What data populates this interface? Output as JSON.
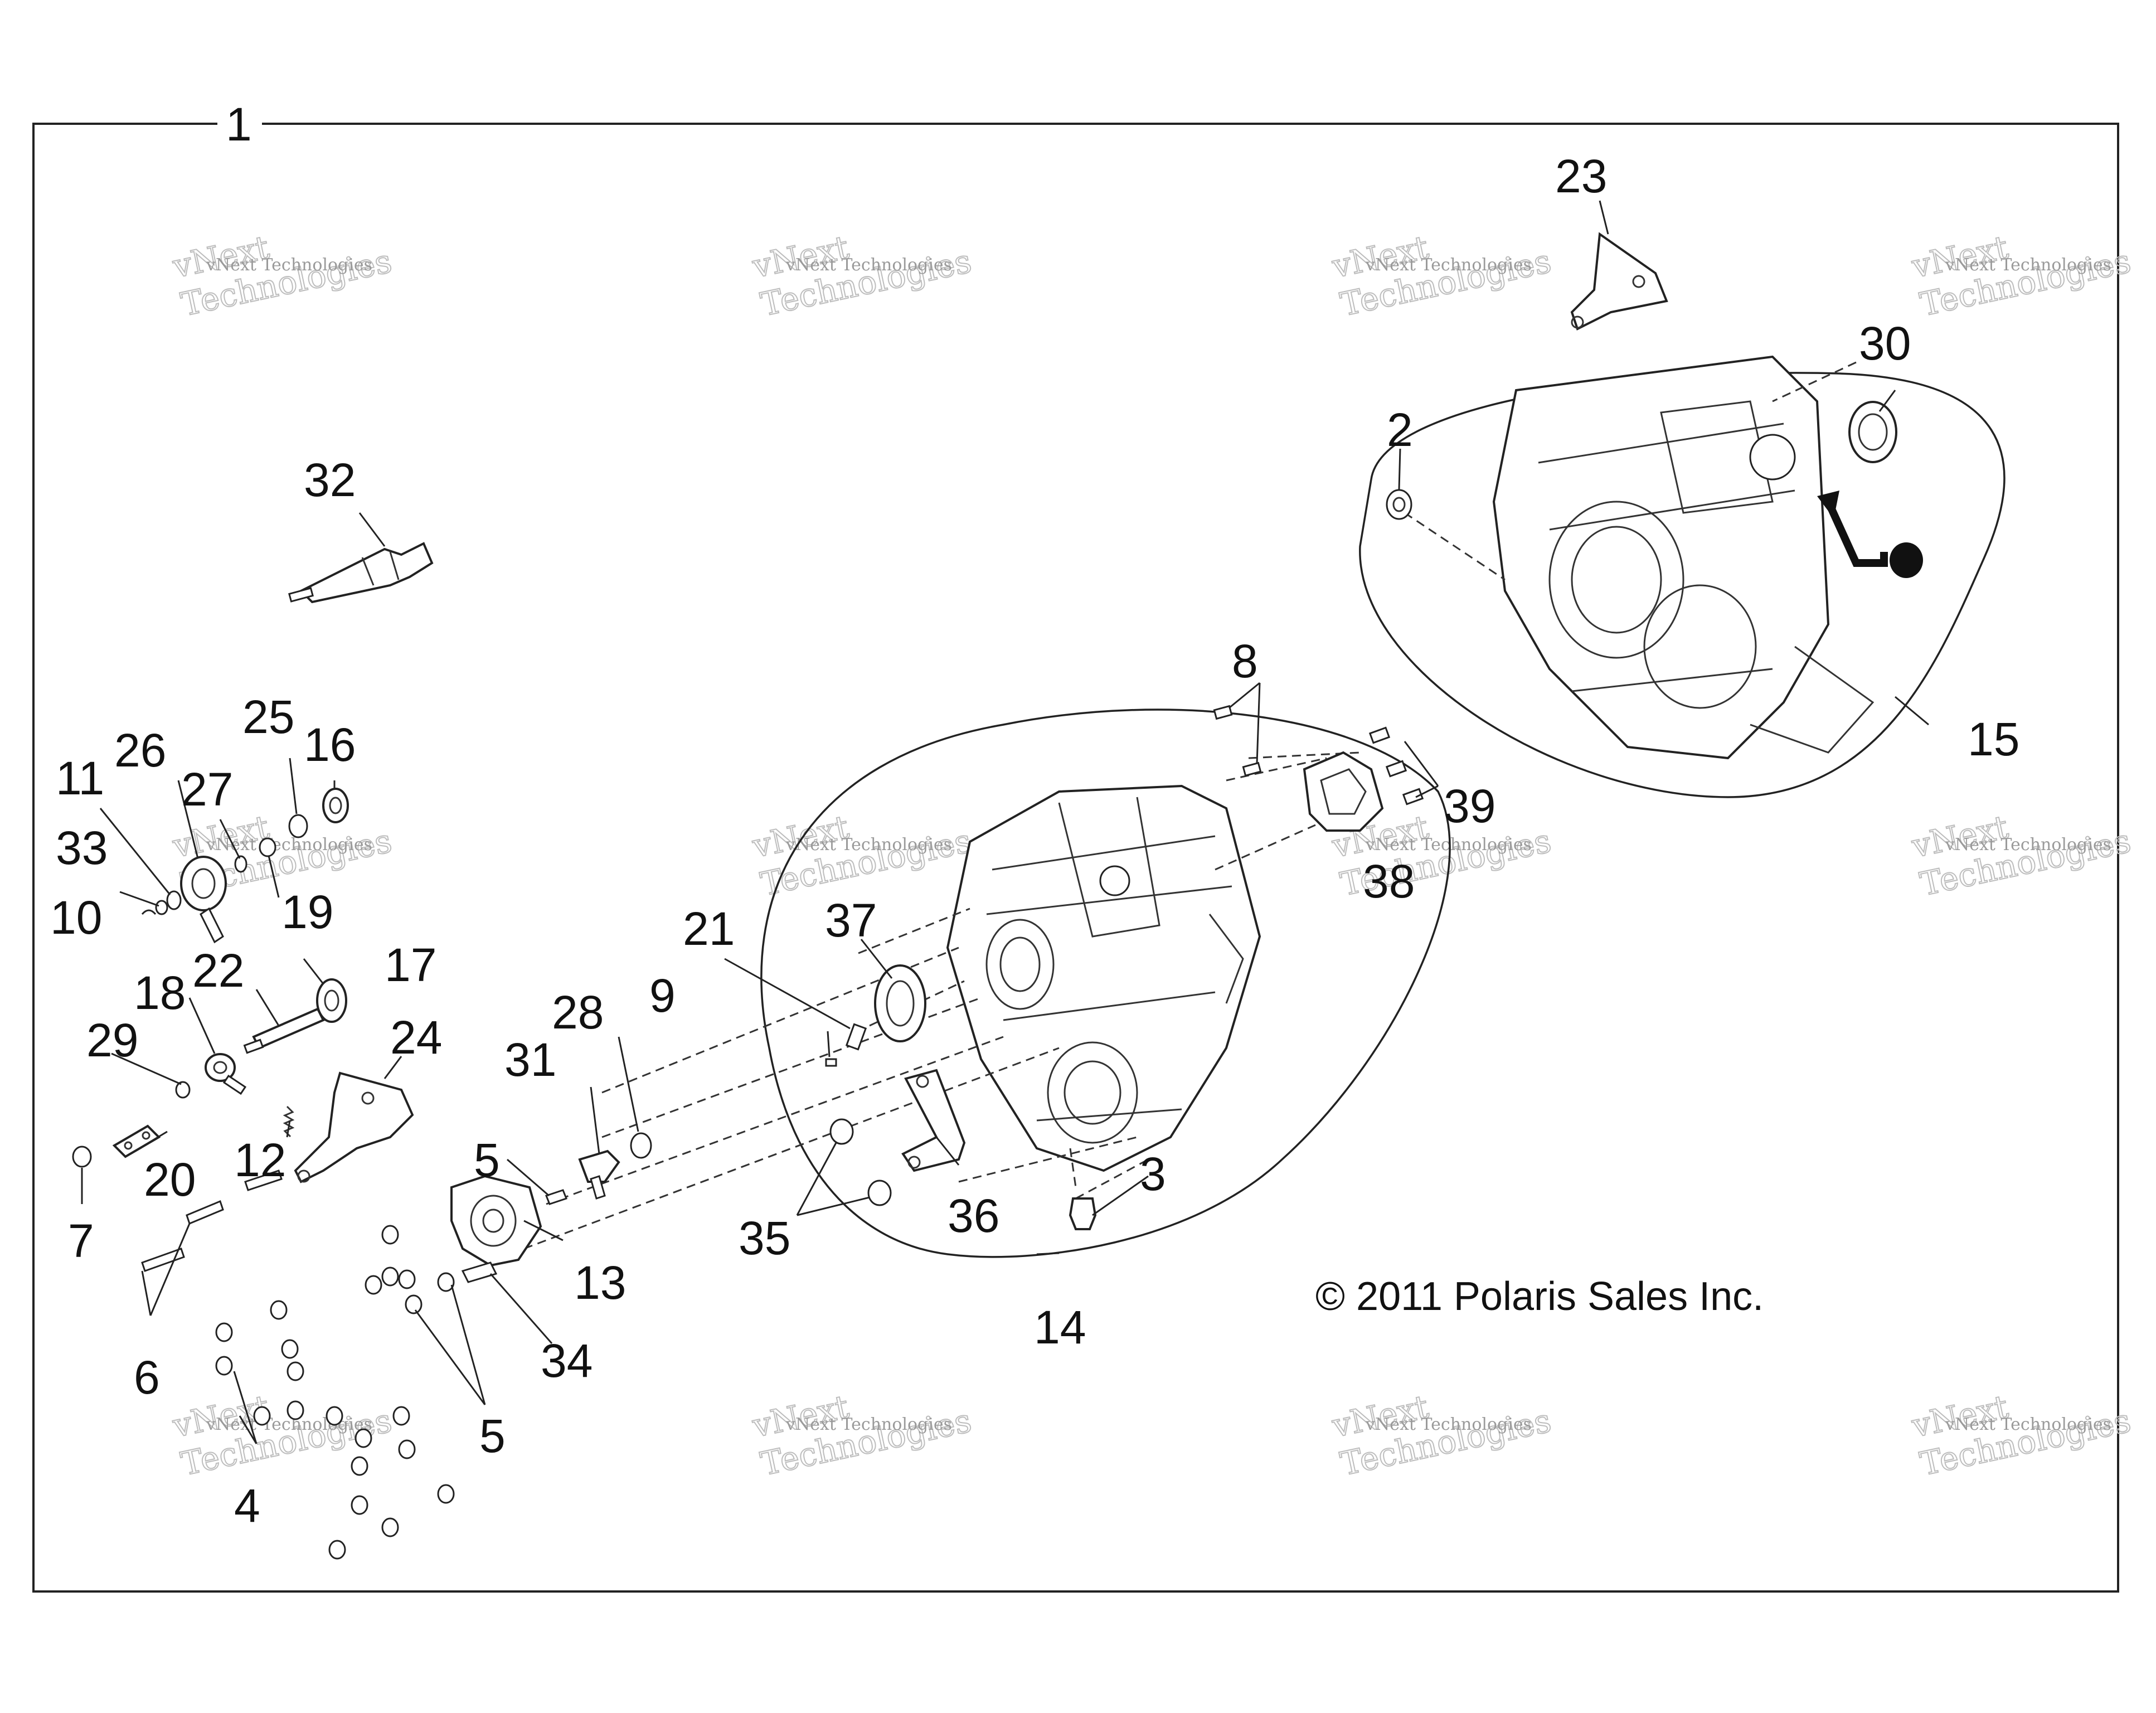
{
  "diagram": {
    "copyright": "© 2011 Polaris Sales Inc.",
    "watermark": {
      "line1": "vNext Technologies",
      "line2": "vNext",
      "line3": "Technologies"
    },
    "callouts": [
      {
        "id": "c1",
        "text": "1"
      },
      {
        "id": "c2",
        "text": "2"
      },
      {
        "id": "c3",
        "text": "3"
      },
      {
        "id": "c4",
        "text": "4"
      },
      {
        "id": "c5a",
        "text": "5"
      },
      {
        "id": "c5b",
        "text": "5"
      },
      {
        "id": "c6",
        "text": "6"
      },
      {
        "id": "c7",
        "text": "7"
      },
      {
        "id": "c8",
        "text": "8"
      },
      {
        "id": "c9",
        "text": "9"
      },
      {
        "id": "c10",
        "text": "10"
      },
      {
        "id": "c11",
        "text": "11"
      },
      {
        "id": "c12",
        "text": "12"
      },
      {
        "id": "c13",
        "text": "13"
      },
      {
        "id": "c14",
        "text": "14"
      },
      {
        "id": "c15",
        "text": "15"
      },
      {
        "id": "c16",
        "text": "16"
      },
      {
        "id": "c17",
        "text": "17"
      },
      {
        "id": "c18",
        "text": "18"
      },
      {
        "id": "c19",
        "text": "19"
      },
      {
        "id": "c20",
        "text": "20"
      },
      {
        "id": "c21",
        "text": "21"
      },
      {
        "id": "c22",
        "text": "22"
      },
      {
        "id": "c23",
        "text": "23"
      },
      {
        "id": "c24",
        "text": "24"
      },
      {
        "id": "c25",
        "text": "25"
      },
      {
        "id": "c26",
        "text": "26"
      },
      {
        "id": "c27",
        "text": "27"
      },
      {
        "id": "c28",
        "text": "28"
      },
      {
        "id": "c29",
        "text": "29"
      },
      {
        "id": "c30",
        "text": "30"
      },
      {
        "id": "c31",
        "text": "31"
      },
      {
        "id": "c32",
        "text": "32"
      },
      {
        "id": "c33",
        "text": "33"
      },
      {
        "id": "c34",
        "text": "34"
      },
      {
        "id": "c35",
        "text": "35"
      },
      {
        "id": "c36",
        "text": "36"
      },
      {
        "id": "c37",
        "text": "37"
      },
      {
        "id": "c38",
        "text": "38"
      },
      {
        "id": "c39",
        "text": "39"
      }
    ]
  }
}
